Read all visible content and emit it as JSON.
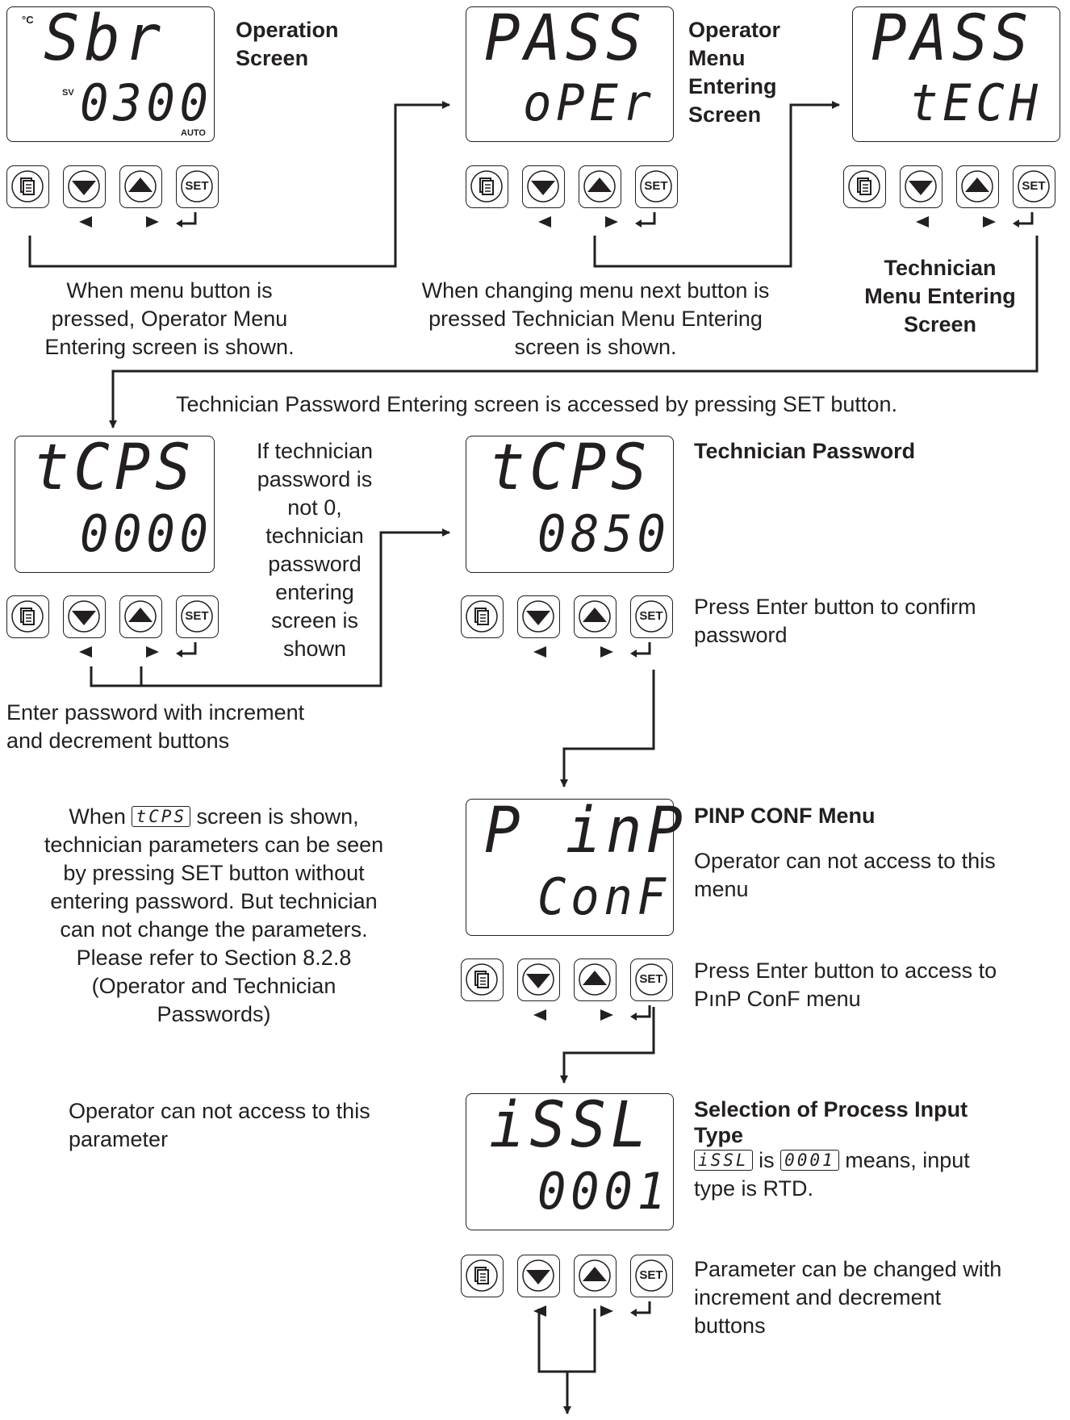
{
  "screens": {
    "operation": {
      "top": "Sbr",
      "bottom": "0300",
      "unit": "°C",
      "sv": "SV",
      "auto": "AUTO"
    },
    "oper": {
      "top": "PASS",
      "bottom": "oPEr"
    },
    "tech": {
      "top": "PASS",
      "bottom": "tECH"
    },
    "tcps1": {
      "top": "tCPS",
      "bottom": "0000"
    },
    "tcps2": {
      "top": "tCPS",
      "bottom": "0850"
    },
    "pinp": {
      "top": "P inP",
      "bottom": "ConF"
    },
    "issl": {
      "top": "iSSL",
      "bottom": "0001"
    }
  },
  "buttons": {
    "set_label": "SET",
    "icons": [
      "menu-icon",
      "down-arrow-icon",
      "up-arrow-icon",
      "set-icon"
    ]
  },
  "labels": {
    "operation_title": [
      "Operation",
      "Screen"
    ],
    "oper_title": [
      "Operator",
      "Menu",
      "Entering",
      "Screen"
    ],
    "tech_title": [
      "Technician",
      "Menu Entering",
      "Screen"
    ],
    "menu_pressed": [
      "When menu button is",
      "pressed, Operator Menu",
      "Entering screen is shown."
    ],
    "next_pressed": [
      "When changing menu next button is",
      "pressed Technician Menu Entering",
      "screen is shown."
    ],
    "set_access": "Technician Password Entering screen is accessed by pressing SET button.",
    "if_tech_pw": [
      "If technician",
      "password is",
      "not 0,",
      "technician",
      "password",
      "entering",
      "screen is",
      "shown"
    ],
    "tech_password_title": "Technician Password",
    "confirm_pw": [
      "Press Enter button to confirm",
      "password"
    ],
    "enter_pw": [
      "Enter password with increment",
      "and decrement buttons"
    ],
    "when_prefix": "When",
    "when_inline": "tCPS",
    "when_suffix": "screen is shown,",
    "when_rest": [
      "technician parameters can be seen",
      "by pressing SET button without",
      "entering password. But technician",
      "can not change the parameters.",
      "Please refer to Section 8.2.8",
      "(Operator and Technician",
      "Passwords)"
    ],
    "pinp_title": "PINP CONF Menu",
    "pinp_op": [
      "Operator can not access to this",
      "menu"
    ],
    "pinp_enter": [
      "Press Enter button to access to",
      "PınP ConF menu"
    ],
    "op_param": [
      "Operator can not access to this",
      "parameter"
    ],
    "issl_title": [
      "Selection of Process Input",
      "Type"
    ],
    "issl_inline1": "iSSL",
    "issl_is": "is",
    "issl_inline2": "0001",
    "issl_means": "means, input",
    "issl_type": "type is RTD.",
    "param_change": [
      "Parameter can be changed with",
      "increment and decrement",
      "buttons"
    ]
  }
}
